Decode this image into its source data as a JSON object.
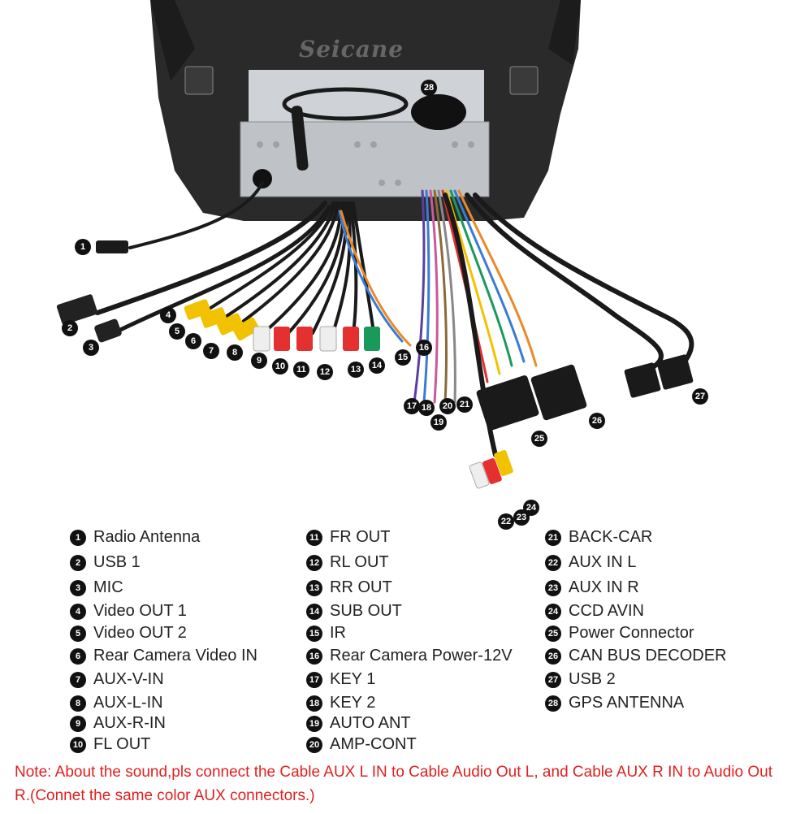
{
  "diagram": {
    "brand_watermark": "Seicane",
    "callouts": [
      {
        "num": "1",
        "label": "Radio Antenna"
      },
      {
        "num": "2",
        "label": "USB 1"
      },
      {
        "num": "3",
        "label": "MIC"
      },
      {
        "num": "4",
        "label": "Video OUT 1"
      },
      {
        "num": "5",
        "label": "Video OUT 2"
      },
      {
        "num": "6",
        "label": "Rear Camera Video IN"
      },
      {
        "num": "7",
        "label": "AUX-V-IN"
      },
      {
        "num": "8",
        "label": "AUX-L-IN"
      },
      {
        "num": "9",
        "label": "AUX-R-IN"
      },
      {
        "num": "10",
        "label": "FL OUT"
      },
      {
        "num": "11",
        "label": "FR OUT"
      },
      {
        "num": "12",
        "label": "RL OUT"
      },
      {
        "num": "13",
        "label": "RR OUT"
      },
      {
        "num": "14",
        "label": "SUB OUT"
      },
      {
        "num": "15",
        "label": "IR"
      },
      {
        "num": "16",
        "label": "Rear Camera Power-12V"
      },
      {
        "num": "17",
        "label": "KEY 1"
      },
      {
        "num": "18",
        "label": "KEY 2"
      },
      {
        "num": "19",
        "label": "AUTO ANT"
      },
      {
        "num": "20",
        "label": "AMP-CONT"
      },
      {
        "num": "21",
        "label": "BACK-CAR"
      },
      {
        "num": "22",
        "label": "AUX IN L"
      },
      {
        "num": "23",
        "label": "AUX IN R"
      },
      {
        "num": "24",
        "label": "CCD AVIN"
      },
      {
        "num": "25",
        "label": "Power Connector"
      },
      {
        "num": "26",
        "label": "CAN BUS DECODER"
      },
      {
        "num": "27",
        "label": "USB 2"
      },
      {
        "num": "28",
        "label": "GPS ANTENNA"
      }
    ]
  },
  "note": "Note: About the sound,pls connect the Cable AUX L IN to Cable Audio Out L, and Cable AUX R IN to  Audio Out R.(Connet the same color AUX connectors.)",
  "colors": {
    "note_text": "#e02020",
    "rca_yellow": "#f2c200",
    "rca_red": "#e53030",
    "rca_white": "#eeeeee",
    "rca_green": "#1a9a5a",
    "callout_bg": "#111111"
  }
}
